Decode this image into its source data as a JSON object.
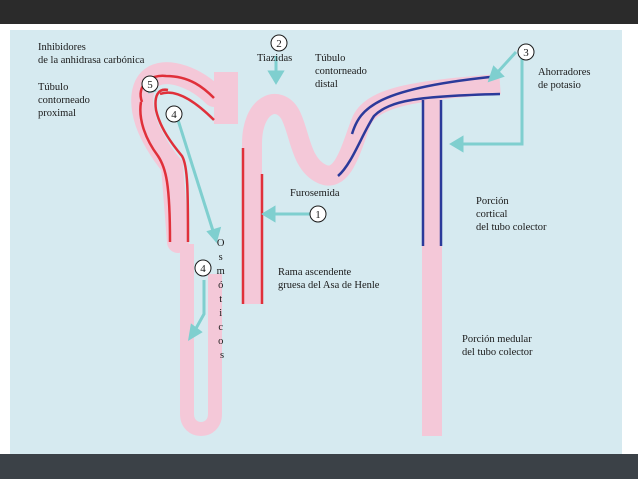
{
  "labels": {
    "inhibidores": [
      "Inhibidores",
      "de la anhidrasa carbónica"
    ],
    "tubulo_proximal": [
      "Túbulo",
      "contorneado",
      "proximal"
    ],
    "tiazidas": "Tiazidas",
    "tubulo_distal": [
      "Túbulo",
      "contorneado",
      "distal"
    ],
    "ahorradores": [
      "Ahorradores",
      "de potasio"
    ],
    "furosemida": "Furosemida",
    "porcion_cortical": [
      "Porción",
      "cortical",
      "del tubo colector"
    ],
    "rama_ascendente": [
      "Rama ascendente",
      "gruesa del Asa de Henle"
    ],
    "porcion_medular": [
      "Porción medular",
      "del tubo colector"
    ],
    "osmoticos": [
      "O",
      "s",
      "m",
      "ó",
      "t",
      "i",
      "c",
      "o",
      "s"
    ]
  },
  "markers": {
    "m1": "1",
    "m2": "2",
    "m3": "3",
    "m4a": "4",
    "m4b": "4",
    "m5": "5"
  },
  "colors": {
    "tubule_fill": "#f4c8d8",
    "red_wall": "#e0303a",
    "blue_wall": "#2b3a9a",
    "arrow": "#7fcfcf",
    "panel": "#d6eaf0",
    "accent": "#ec7c22"
  }
}
